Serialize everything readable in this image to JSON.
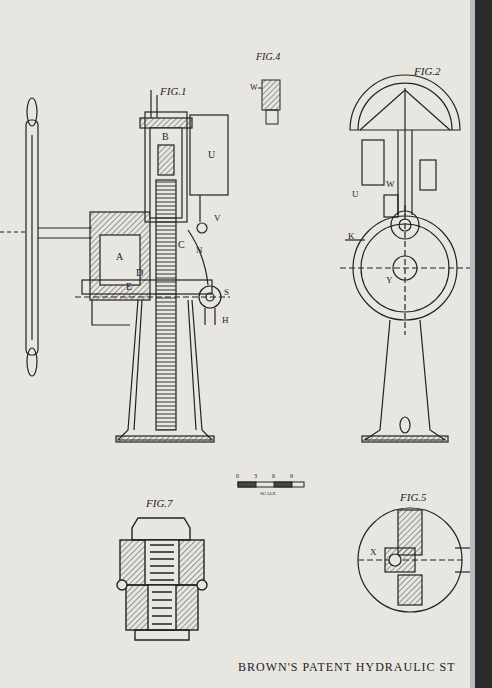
{
  "diagram": {
    "caption": "BROWN'S PATENT HYDRAULIC ST",
    "labels": [
      "FIG.1",
      "FIG.2",
      "FIG.4",
      "FIG.5",
      "FIG.7",
      "SCALE",
      "0",
      "3",
      "6",
      "9",
      "A",
      "B",
      "C",
      "D",
      "E",
      "U",
      "V",
      "N",
      "S",
      "H",
      "U",
      "W",
      "K",
      "Y",
      "W",
      "X"
    ]
  }
}
